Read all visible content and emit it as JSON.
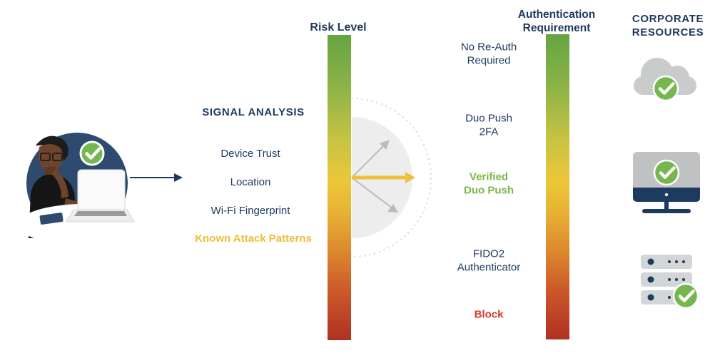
{
  "palette": {
    "navy": "#1d3a5f",
    "navy_fill": "#2e4a6e",
    "green": "#75b74e",
    "green_text": "#7ab648",
    "gold": "#efbc3a",
    "red_text": "#d8382c",
    "bar_gradient_top": "#64a443",
    "bar_gradient_mid": "#ecc738",
    "bar_gradient_bottom": "#b03122",
    "icon_gray": "#c9cbcd",
    "gauge_gray": "#ededee"
  },
  "person": {
    "description": "user at laptop with verified badge"
  },
  "signal_analysis": {
    "title": "SIGNAL ANALYSIS",
    "items": [
      {
        "label": "Device Trust"
      },
      {
        "label": "Location"
      },
      {
        "label": "Wi-Fi Fingerprint"
      },
      {
        "label": "Known Attack Patterns"
      }
    ]
  },
  "risk_level": {
    "title": "Risk Level"
  },
  "auth_requirement": {
    "title": "Authentication\nRequirement",
    "levels": [
      {
        "label": "No Re-Auth\nRequired",
        "style": "navy"
      },
      {
        "label": "Duo Push\n2FA",
        "style": "navy"
      },
      {
        "label": "Verified\nDuo Push",
        "style": "green"
      },
      {
        "label": "FIDO2\nAuthenticator",
        "style": "navy"
      },
      {
        "label": "Block",
        "style": "red"
      }
    ]
  },
  "corporate_resources": {
    "title": "CORPORATE\nRESOURCES",
    "icons": [
      {
        "name": "cloud",
        "status": "verified"
      },
      {
        "name": "workstation",
        "status": "verified"
      },
      {
        "name": "servers",
        "status": "verified"
      }
    ]
  }
}
